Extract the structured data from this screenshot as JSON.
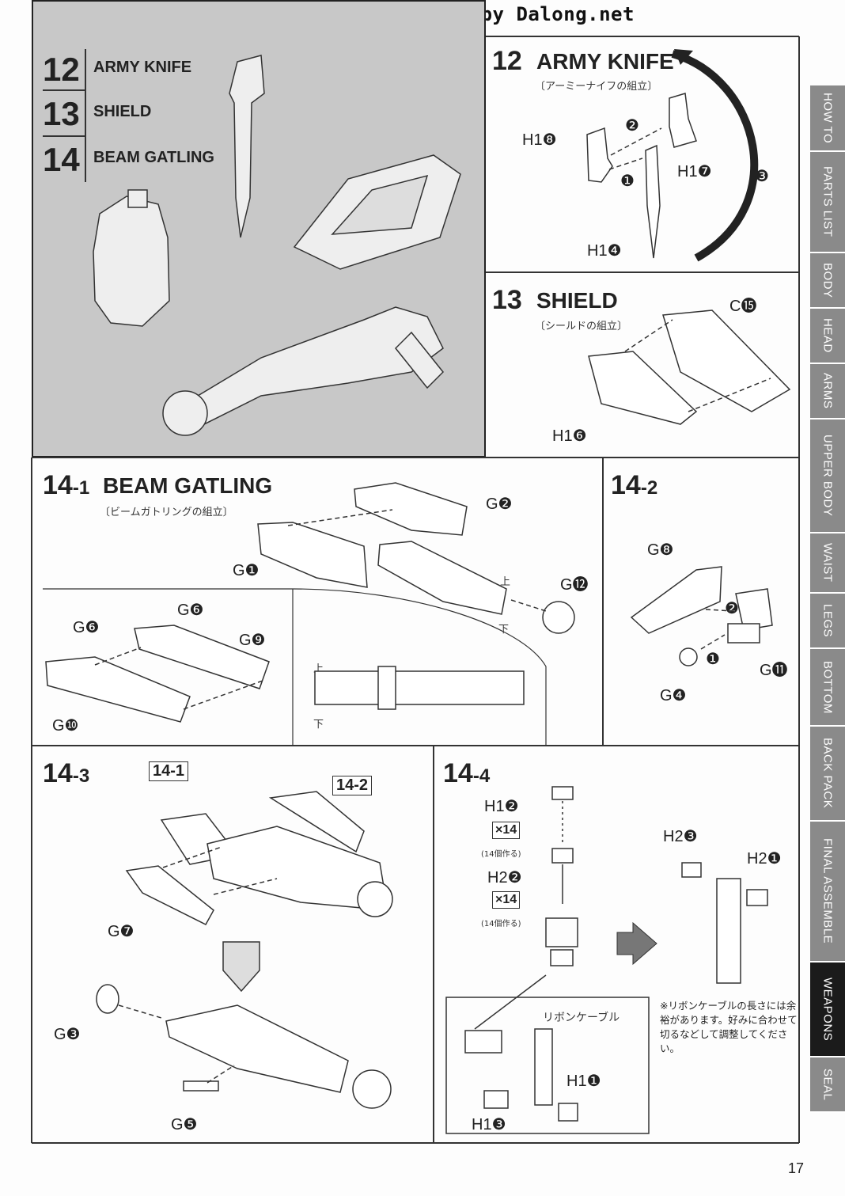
{
  "watermark": "Scanned by Dalong.net",
  "overview": {
    "items": [
      {
        "num": "12",
        "label": "ARMY KNIFE"
      },
      {
        "num": "13",
        "label": "SHIELD"
      },
      {
        "num": "14",
        "label": "BEAM GATLING"
      }
    ]
  },
  "step12": {
    "num": "12",
    "title": "ARMY KNIFE",
    "sub": "〔アーミーナイフの組立〕",
    "parts": {
      "h18": "H1❽",
      "h17": "H1❼",
      "h14": "H1❹"
    },
    "markers": [
      "❶",
      "❷",
      "❸"
    ]
  },
  "step13": {
    "num": "13",
    "title": "SHIELD",
    "sub": "〔シールドの組立〕",
    "parts": {
      "c15": "C⓯",
      "h16": "H1❻"
    }
  },
  "step14_1": {
    "num": "14",
    "suffix": "-1",
    "title": "BEAM GATLING",
    "sub": "〔ビームガトリングの組立〕",
    "parts": {
      "g2": "G❷",
      "g1": "G❶",
      "g12": "G⓬",
      "g6a": "G❻",
      "g6b": "G❻",
      "g9": "G❾",
      "g10": "G❿"
    },
    "orient": {
      "up1": "上",
      "down1": "下",
      "up2": "上",
      "down2": "下"
    }
  },
  "step14_2": {
    "num": "14",
    "suffix": "-2",
    "parts": {
      "g8": "G❽",
      "g11": "G⓫",
      "g4": "G❹"
    },
    "markers": [
      "❶",
      "❷"
    ]
  },
  "step14_3": {
    "num": "14",
    "suffix": "-3",
    "refs": [
      "14-1",
      "14-2"
    ],
    "parts": {
      "g7": "G❼",
      "g3": "G❸",
      "g5": "G❺"
    }
  },
  "step14_4": {
    "num": "14",
    "suffix": "-4",
    "parts": {
      "h12": "H1❷",
      "h22a": "H2❷",
      "h23": "H2❸",
      "h21": "H2❶",
      "h11": "H1❶",
      "h13": "H1❸"
    },
    "mult1": "×14",
    "mult1_note": "(14個作る)",
    "mult2": "×14",
    "mult2_note": "(14個作る)",
    "ribbon_label": "リボンケーブル",
    "note": "※リボンケーブルの長さには余裕があります。好みに合わせて切るなどして調整してください。"
  },
  "tabs": [
    "HOW TO",
    "PARTS LIST",
    "BODY",
    "HEAD",
    "ARMS",
    "UPPER BODY",
    "WAIST",
    "LEGS",
    "BOTTOM",
    "BACK PACK",
    "FINAL ASSEMBLE",
    "WEAPONS",
    "SEAL"
  ],
  "active_tab": "WEAPONS",
  "page_number": "17"
}
